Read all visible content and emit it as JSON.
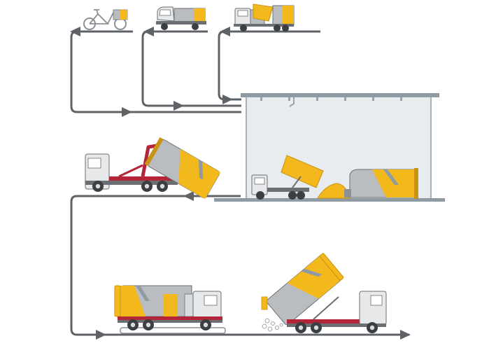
{
  "colors": {
    "flow_line": "#5f6368",
    "truck_cab": "#d9dcde",
    "truck_outline": "#6b6f73",
    "body_gray": "#b9bdc0",
    "accent_yellow": "#f2b81c",
    "yellow_dark": "#c99212",
    "chassis_red": "#b3263a",
    "wheel": "#3c3f42",
    "hall_fill": "#e8ecef",
    "hall_frame": "#8e9ba3"
  },
  "icons": {
    "cargo_bike": "cargo-bike-icon",
    "small_van": "small-electric-van-icon",
    "small_tipper": "small-tipper-truck-icon",
    "transfer_hall": "transfer-station-hall-icon",
    "hooklift_loading": "hooklift-truck-loading-container-icon",
    "hooklift_transport": "hooklift-truck-transport-icon",
    "hooklift_unloading": "hooklift-truck-unloading-icon"
  },
  "flows": {
    "collection": "collection-flow",
    "loading": "loading-flow",
    "transport": "transport-flow"
  }
}
